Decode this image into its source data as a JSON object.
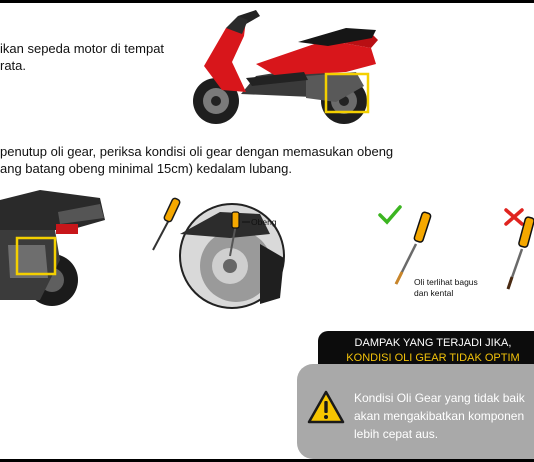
{
  "step1": {
    "lines": [
      "ikan sepeda motor di tempat",
      "rata."
    ]
  },
  "step2": {
    "lines": [
      "penutup oli gear, periksa kondisi oli gear dengan memasukan obeng",
      "ang batang obeng minimal 15cm) kedalam lubang."
    ]
  },
  "callout": {
    "obeng_label": "Obeng"
  },
  "good_oil": {
    "lines": [
      "Oli terlihat bagus",
      "dan kental"
    ],
    "mark": "check-icon",
    "color": "#3cb521"
  },
  "bad_oil": {
    "mark": "cross-icon",
    "color": "#e0231f"
  },
  "warning": {
    "header_line1": "DAMPAK YANG TERJADI JIKA,",
    "header_line2": "KONDISI OLI GEAR TIDAK OPTIM",
    "body_lines": [
      "Kondisi Oli Gear yang tidak baik",
      "akan mengakibatkan komponen",
      "lebih cepat aus."
    ],
    "icon": "warning-triangle-icon"
  },
  "colors": {
    "scooter_red": "#d8161b",
    "highlight_yellow": "#f4d000",
    "screwdriver_handle": "#f5a800",
    "warning_yellow": "#f6c500"
  }
}
